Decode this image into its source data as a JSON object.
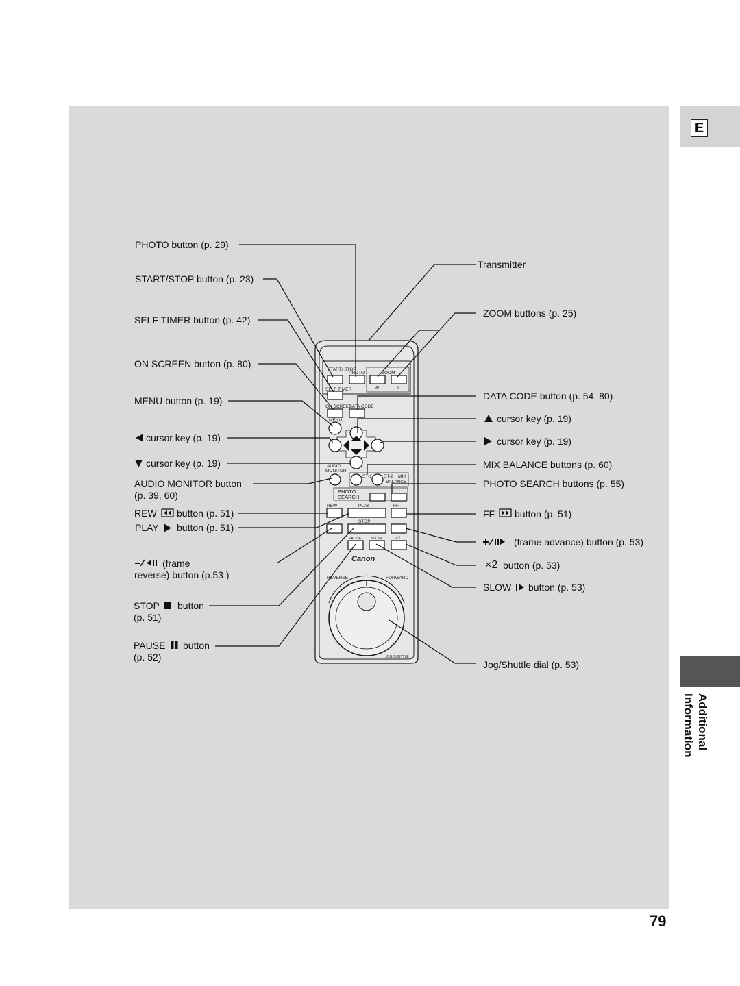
{
  "tab": {
    "letter": "E"
  },
  "side_title": {
    "line1": "Additional",
    "line2": "Information"
  },
  "page_number": "79",
  "callouts_left": {
    "photo": "PHOTO  button (p. 29)",
    "start_stop": "START/STOP button (p. 23)",
    "self_timer": "SELF TIMER button (p. 42)",
    "on_screen": "ON SCREEN button (p. 80)",
    "menu": "MENU button (p. 19)",
    "cursor_left": "cursor key (p. 19)",
    "cursor_down": "cursor key (p. 19)",
    "audio_monitor_1": "AUDIO MONITOR button",
    "audio_monitor_2": "(p. 39, 60)",
    "rew_1": "REW",
    "rew_2": "button (p. 51)",
    "play_1": "PLAY",
    "play_2": "button (p. 51)",
    "frame_rev_1": "(frame",
    "frame_rev_2": "reverse) button (p.53 )",
    "stop_1": "STOP",
    "stop_2": "button",
    "stop_3": "(p. 51)",
    "pause_1": "PAUSE",
    "pause_2": "button",
    "pause_3": "(p. 52)"
  },
  "callouts_right": {
    "transmitter": "Transmitter",
    "zoom": "ZOOM buttons (p. 25)",
    "data_code": "DATA CODE button (p. 54, 80)",
    "cursor_up": "cursor key (p. 19)",
    "cursor_right": "cursor key (p. 19)",
    "mix_balance": "MIX BALANCE buttons (p. 60)",
    "photo_search": "PHOTO SEARCH buttons (p. 55)",
    "ff_1": "FF",
    "ff_2": "button (p. 51)",
    "frame_adv": "(frame advance) button (p. 53)",
    "x2_1": "×2",
    "x2_2": "button (p. 53)",
    "slow_1": "SLOW",
    "slow_2": "button (p. 53)",
    "jog": "Jog/Shuttle dial (p. 53)"
  },
  "remote": {
    "start_stop": "START/ STOP",
    "photo": "PHOTO",
    "zoom": "ZOOM",
    "w": "W",
    "t": "T",
    "self_timer": "SELF TIMER",
    "on_screen": "ON SCREEN",
    "data_code": "DATA CODE",
    "menu": "MENU",
    "audio": "AUDIO",
    "monitor": "MONITOR",
    "st1": "ST-1",
    "st2": "ST-2",
    "mix": "MIX",
    "balance": "BALANCE",
    "photo_s": "PHOTO",
    "search": "SEARCH",
    "rew": "REW",
    "play": "PLAY",
    "ff": "FF",
    "stop": "STOP",
    "pause": "PAUSE",
    "slow": "SLOW",
    "x2": "×2",
    "brand": "Canon",
    "reverse": "REVERSE",
    "forward": "FORWARD",
    "jog_shuttle": "JOG-SHUTTLE"
  },
  "icons": {
    "left_arrow": "triangle-left-icon",
    "down_arrow": "triangle-down-icon",
    "up_arrow": "triangle-up-icon",
    "right_arrow": "triangle-right-icon"
  }
}
